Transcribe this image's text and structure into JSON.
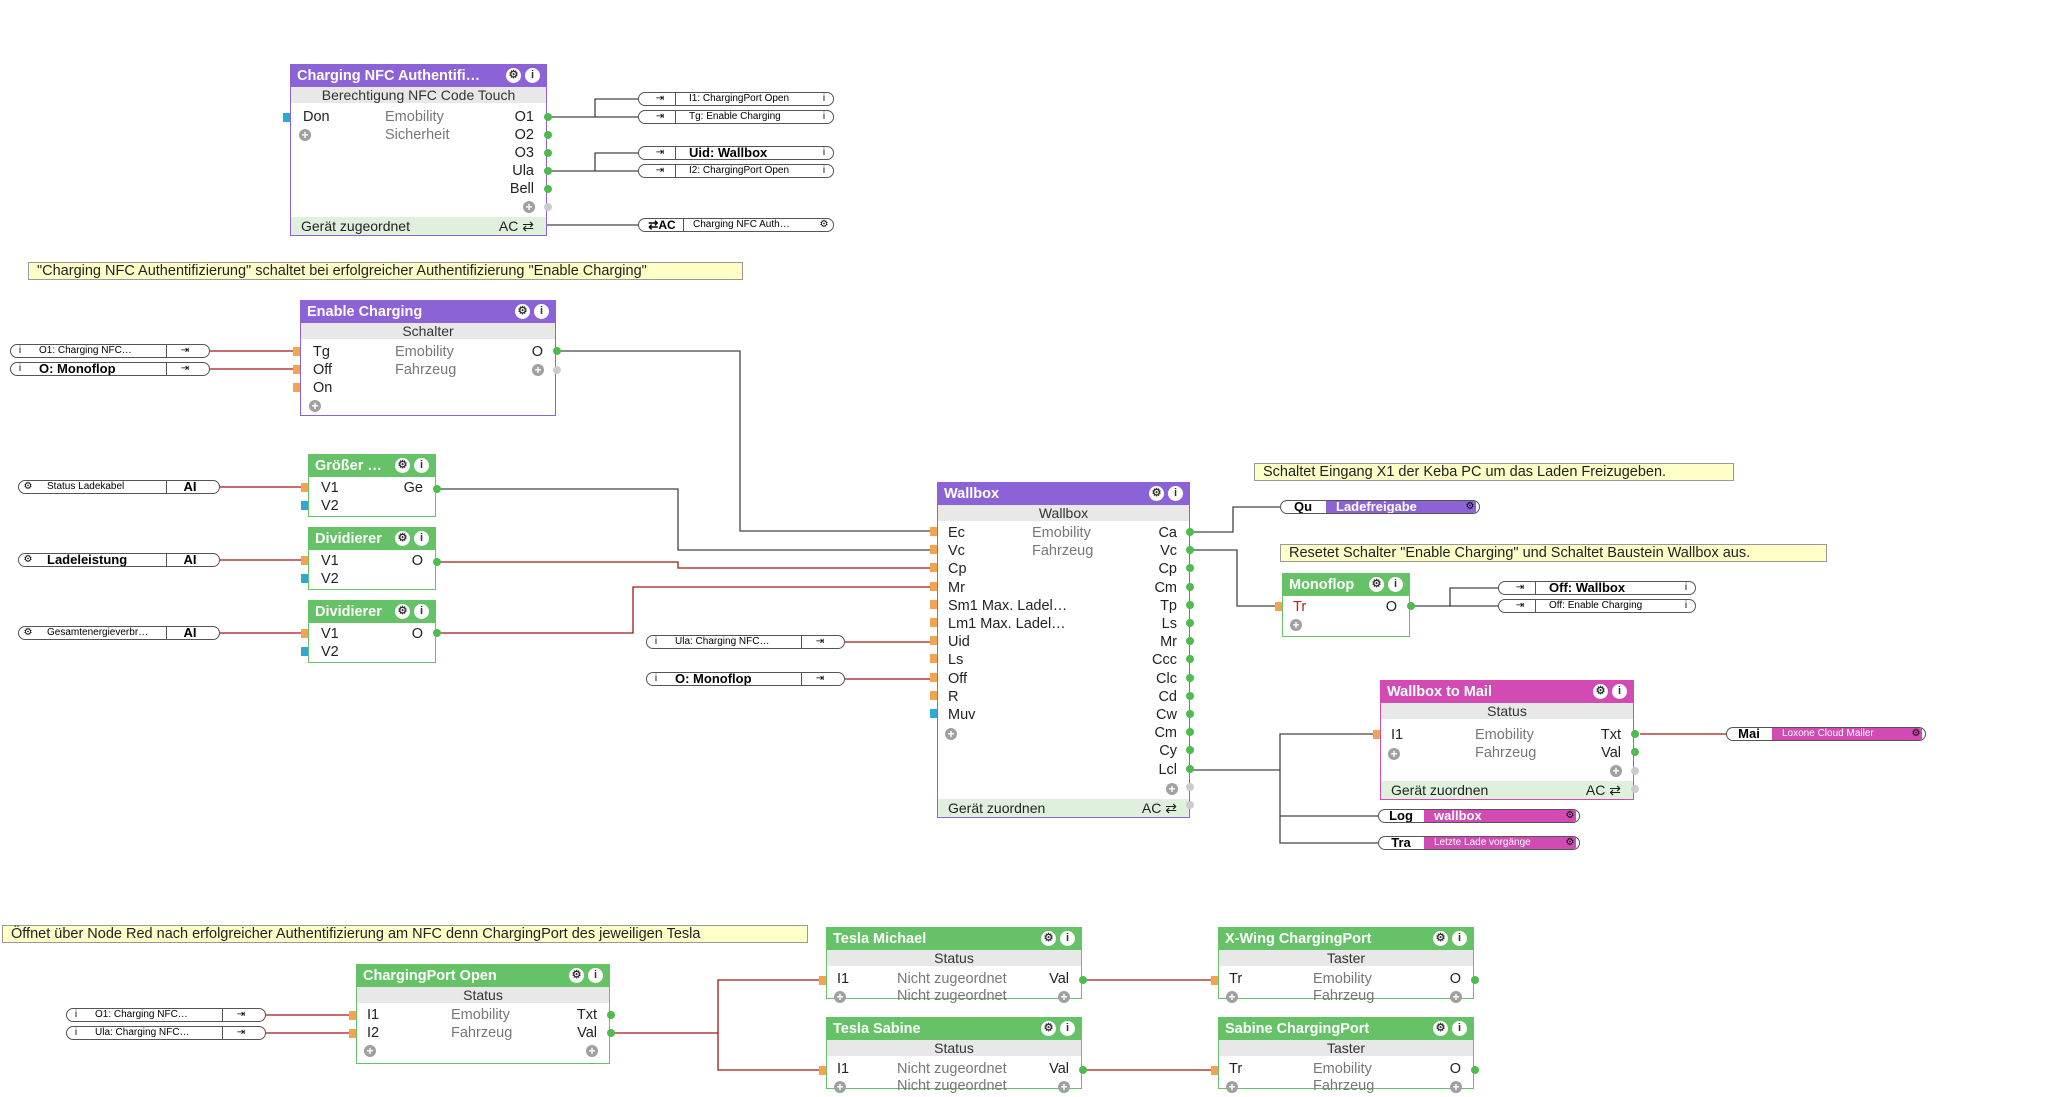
{
  "b1": {
    "title": "Charging  NFC  Authentifi…",
    "sub": "Berechtigung NFC Code Touch",
    "in1": "Don",
    "mid1": "Emobility",
    "mid2": "Sicherheit",
    "out": [
      "O1",
      "O2",
      "O3",
      "Ula",
      "Bell"
    ],
    "foot": "Gerät zugeordnet",
    "foot_r": "AC ⇄"
  },
  "b1_outs": [
    {
      "left": "⇥",
      "text": "I1: ChargingPort Open"
    },
    {
      "left": "⇥",
      "text": "Tg: Enable Charging"
    },
    {
      "left": "⇥",
      "text": "Uid: Wallbox"
    },
    {
      "left": "⇥",
      "text": "I2: ChargingPort Open"
    },
    {
      "left": "⇄AC",
      "text": "Charging NFC Auth…"
    }
  ],
  "note1": "\"Charging  NFC  Authentifizierung\"   schaltet  bei  erfolgreicher  Authentifizierung  \"Enable  Charging\"",
  "b2": {
    "title": "Enable Charging",
    "sub": "Schalter",
    "in": [
      "Tg",
      "Off",
      "On"
    ],
    "mid1": "Emobility",
    "mid2": "Fahrzeug",
    "out": "O"
  },
  "b2_ins": [
    {
      "text": "O1: Charging NFC…",
      "icon": "⇥"
    },
    {
      "text": "O: Monoflop",
      "icon": "⇥"
    }
  ],
  "b3": {
    "title": "Größer …",
    "in": [
      "V1",
      "V2"
    ],
    "out": "Ge"
  },
  "b4": {
    "title": "Dividierer",
    "in": [
      "V1",
      "V2"
    ],
    "out": "O"
  },
  "b5": {
    "title": "Dividierer",
    "in": [
      "V1",
      "V2"
    ],
    "out": "O"
  },
  "ai": [
    {
      "text": "Status Ladekabel",
      "tag": "AI"
    },
    {
      "text": "Ladeleistung",
      "tag": "AI"
    },
    {
      "text": "Gesamtenergieverbr…",
      "tag": "AI"
    }
  ],
  "wb": {
    "title": "Wallbox",
    "sub": "Wallbox",
    "mid1": "Emobility",
    "mid2": "Fahrzeug",
    "in": [
      "Ec",
      "Vc",
      "Cp",
      "Mr",
      "Sm1  Max. Ladel…",
      "Lm1  Max. Ladel…",
      "Uid",
      "Ls",
      "Off",
      "R",
      "Muv"
    ],
    "out": [
      "Ca",
      "Vc",
      "Cp",
      "Cm",
      "Tp",
      "Ls",
      "Mr",
      "Ccc",
      "Clc",
      "Cd",
      "Cw",
      "Cm",
      "Cy",
      "Lcl"
    ],
    "foot": "Gerät zuordnen",
    "foot_r": "AC ⇄"
  },
  "wb_ins": [
    {
      "text": "Ula: Charging NFC…",
      "icon": "⇥"
    },
    {
      "text": "O: Monoflop",
      "icon": "⇥"
    }
  ],
  "note2": "Schaltet Eingang X1 der Keba PC um das Laden Freizugeben.",
  "qu": {
    "tag": "Qu",
    "text": "Ladefreigabe"
  },
  "note3": "Resetet Schalter \"Enable Charging\" und Schaltet Baustein Wallbox aus.",
  "mf": {
    "title": "Monoflop",
    "in": "Tr",
    "out": "O"
  },
  "mf_outs": [
    {
      "text": "Off: Wallbox"
    },
    {
      "text": "Off: Enable Charging"
    }
  ],
  "wm": {
    "title": "Wallbox to Mail",
    "sub": "Status",
    "in": "I1",
    "mid1": "Emobility",
    "mid2": "Fahrzeug",
    "out": [
      "Txt",
      "Val"
    ],
    "foot": "Gerät zuordnen",
    "foot_r": "AC ⇄"
  },
  "mai": {
    "tag": "Mai",
    "text": "Loxone Cloud Mailer"
  },
  "log": {
    "tag": "Log",
    "text": "wallbox"
  },
  "tra": {
    "tag": "Tra",
    "text": "Letzte Lade vorgänge"
  },
  "note4": "Öffnet  über  Node  Red  nach  erfolgreicher  Authentifizierung  am  NFC  denn  ChargingPort  des  jeweiligen  Tesla",
  "cp": {
    "title": "ChargingPort Open",
    "sub": "Status",
    "in": [
      "I1",
      "I2"
    ],
    "mid1": "Emobility",
    "mid2": "Fahrzeug",
    "out": [
      "Txt",
      "Val"
    ]
  },
  "cp_ins": [
    {
      "text": "O1: Charging NFC…",
      "icon": "⇥"
    },
    {
      "text": "Ula: Charging NFC…",
      "icon": "⇥"
    }
  ],
  "tm": {
    "title": "Tesla Michael",
    "sub": "Status",
    "in": "I1",
    "mid1": "Nicht zugeordnet",
    "mid2": "Nicht zugeordnet",
    "out": "Val"
  },
  "ts": {
    "title": "Tesla Sabine",
    "sub": "Status",
    "in": "I1",
    "mid1": "Nicht zugeordnet",
    "mid2": "Nicht zugeordnet",
    "out": "Val"
  },
  "xw": {
    "title": "X-Wing ChargingPort",
    "sub": "Taster",
    "in": "Tr",
    "mid1": "Emobility",
    "mid2": "Fahrzeug",
    "out": "O"
  },
  "sc": {
    "title": "Sabine ChargingPort",
    "sub": "Taster",
    "in": "Tr",
    "mid1": "Emobility",
    "mid2": "Fahrzeug",
    "out": "O"
  },
  "icons": {
    "settings": "gear-icon",
    "info": "info-icon",
    "output": "output-arrow-icon",
    "add": "plus-icon"
  },
  "colors": {
    "purple": "#8c63d6",
    "green": "#66c266",
    "magenta": "#d24bb4",
    "wire_dark": "#444444",
    "wire_red": "#a01818",
    "note": "#ffffc8"
  }
}
